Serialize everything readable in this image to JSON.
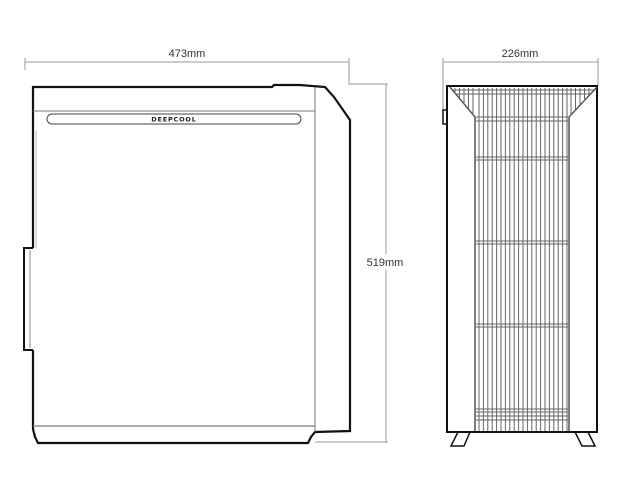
{
  "side_view": {
    "width_label": "473mm",
    "height_label": "519mm",
    "brand_logo": "DEEPCOOL"
  },
  "front_view": {
    "width_label": "226mm"
  }
}
